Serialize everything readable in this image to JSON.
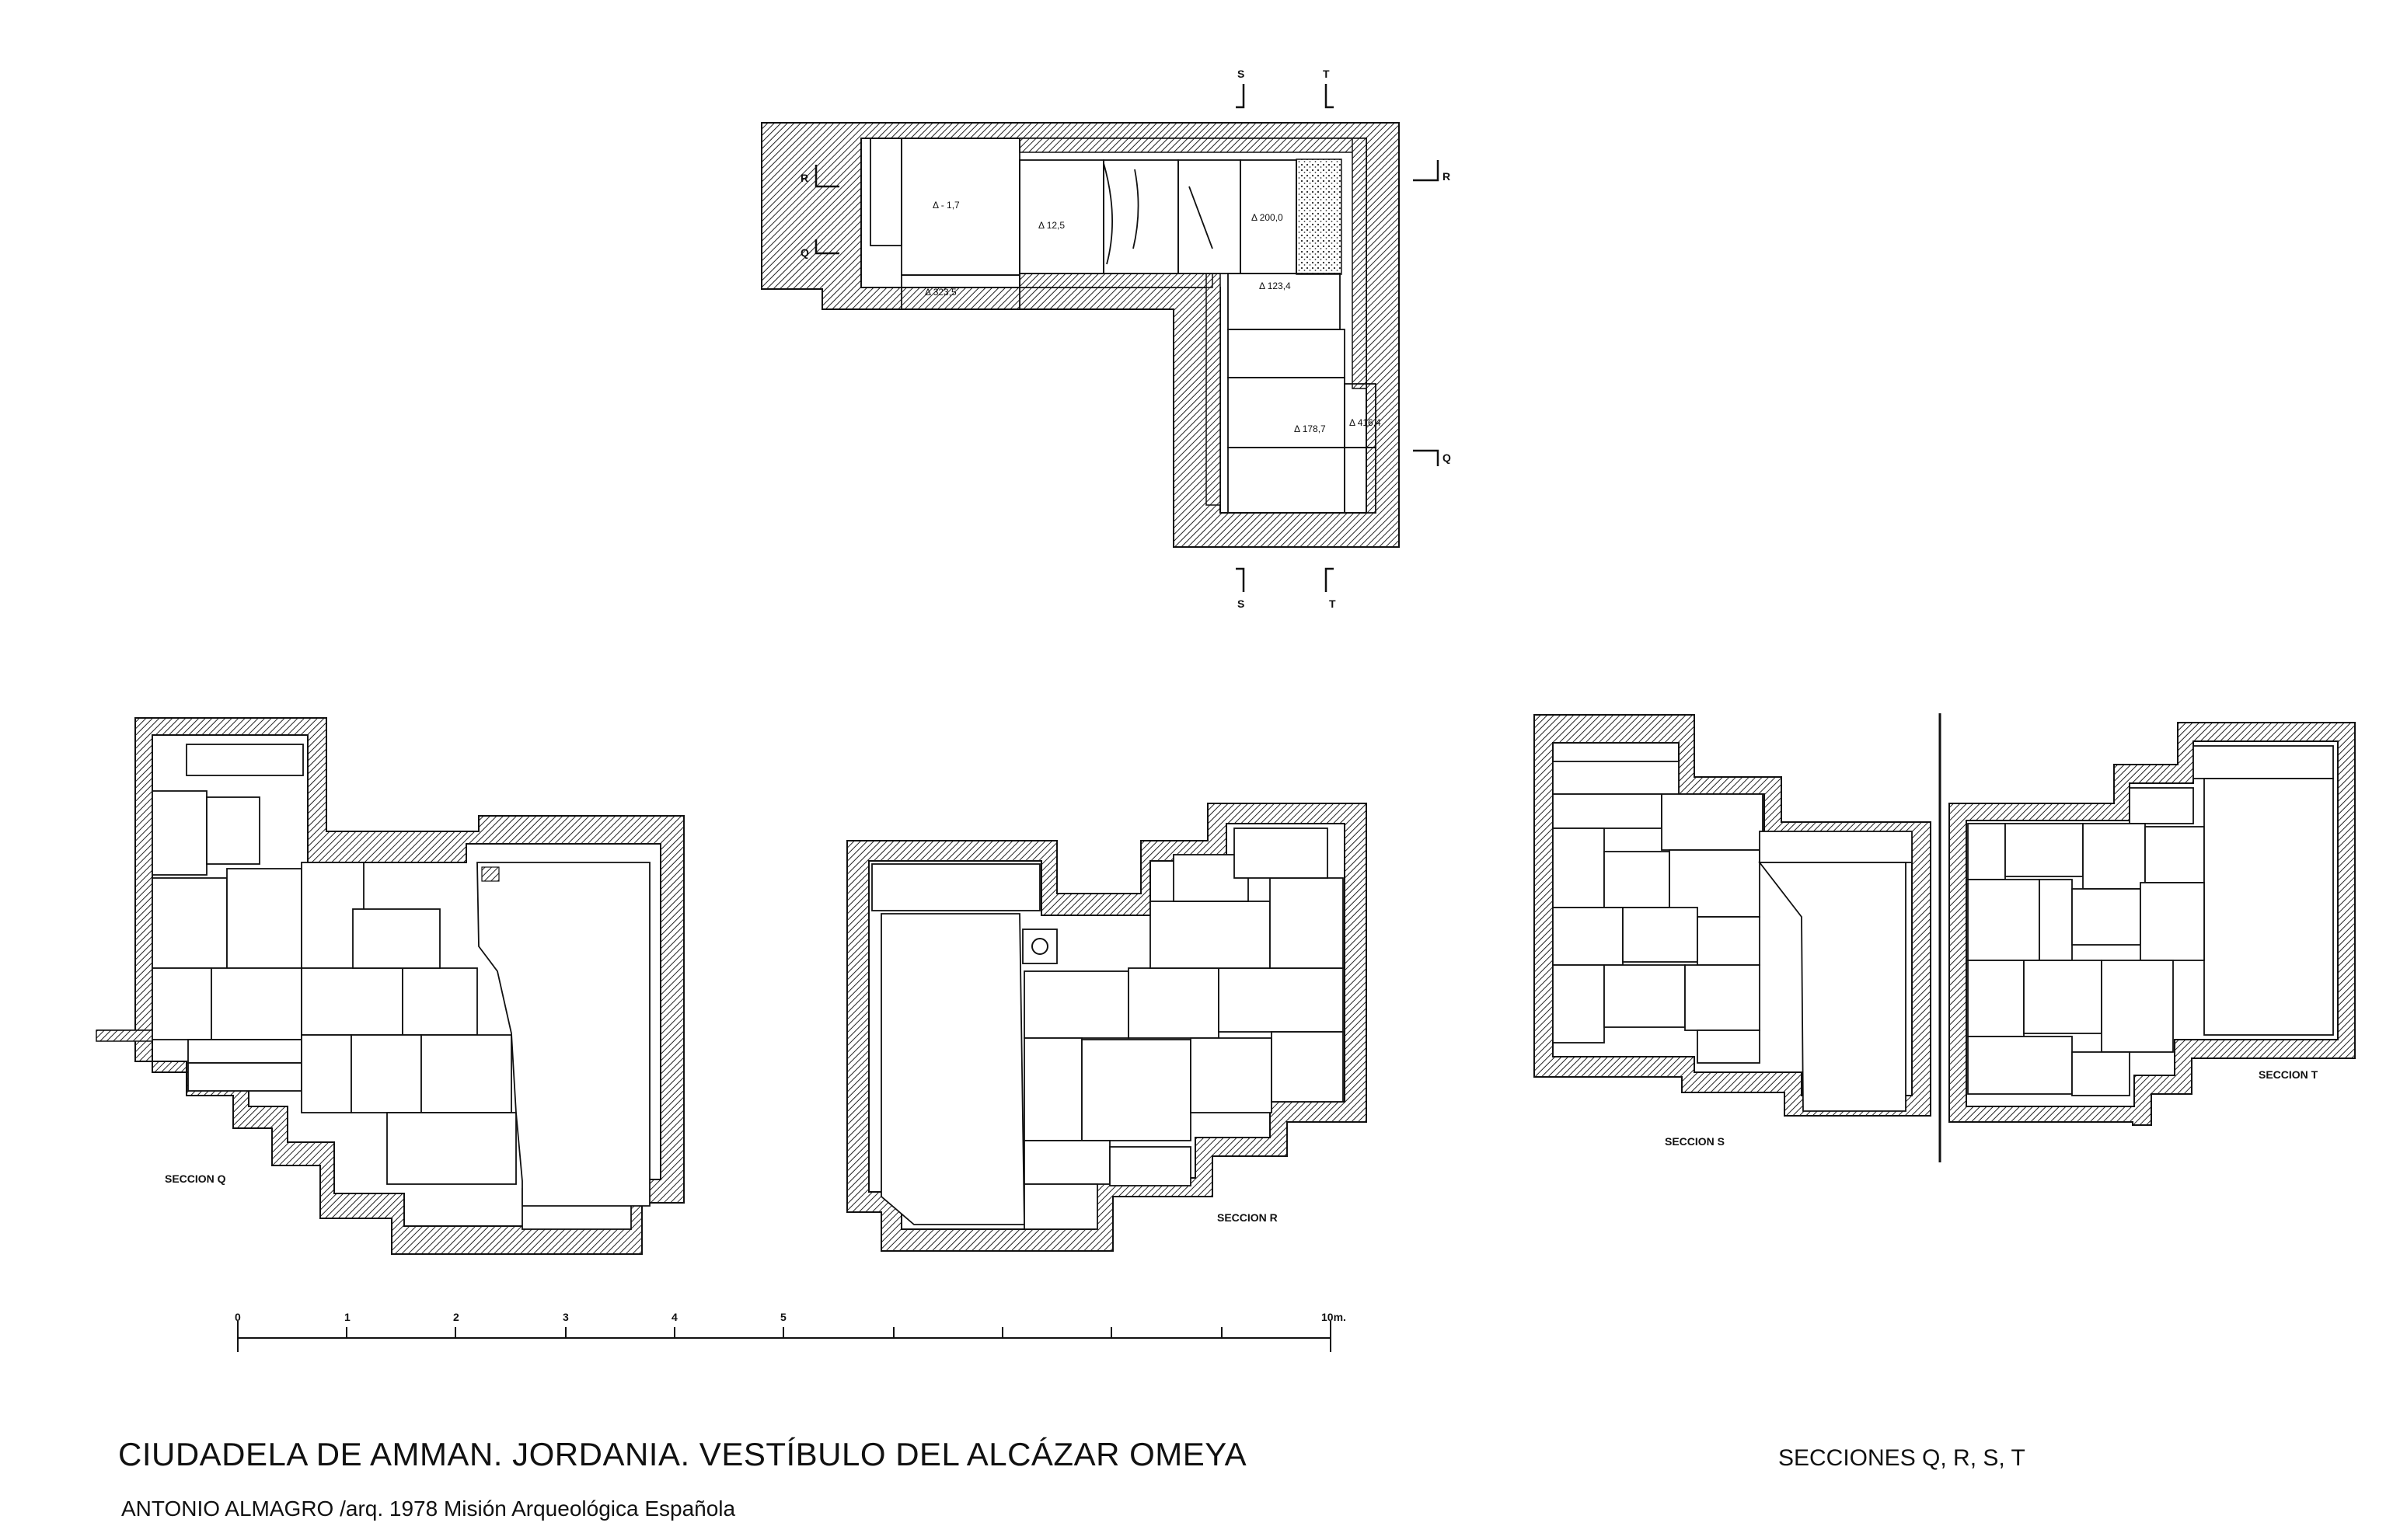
{
  "title": "CIUDADELA DE AMMAN. JORDANIA. VESTÍBULO DEL ALCÁZAR OMEYA",
  "subtitle": "SECCIONES  Q, R, S, T",
  "credits": "ANTONIO ALMAGRO /arq.  1978   Misión Arqueológica Española",
  "plan": {
    "markers": {
      "s_top": "S",
      "t_top": "T",
      "s_bottom": "S",
      "t_bottom": "T",
      "r_left": "R",
      "q_left": "Q",
      "r_right": "R",
      "q_right": "Q"
    },
    "elevations": [
      "Δ - 1,7",
      "Δ 12,5",
      "Δ 200,0",
      "Δ 123,4",
      "Δ 178,7",
      "Δ 416,4",
      "Δ 323,5"
    ]
  },
  "sections": {
    "q": "SECCION Q",
    "r": "SECCION R",
    "s": "SECCION S",
    "t": "SECCION T"
  },
  "scale": {
    "ticks": [
      "0",
      "1",
      "2",
      "3",
      "4",
      "5",
      "10m."
    ]
  },
  "colors": {
    "ink": "#111111",
    "paper": "#ffffff"
  }
}
